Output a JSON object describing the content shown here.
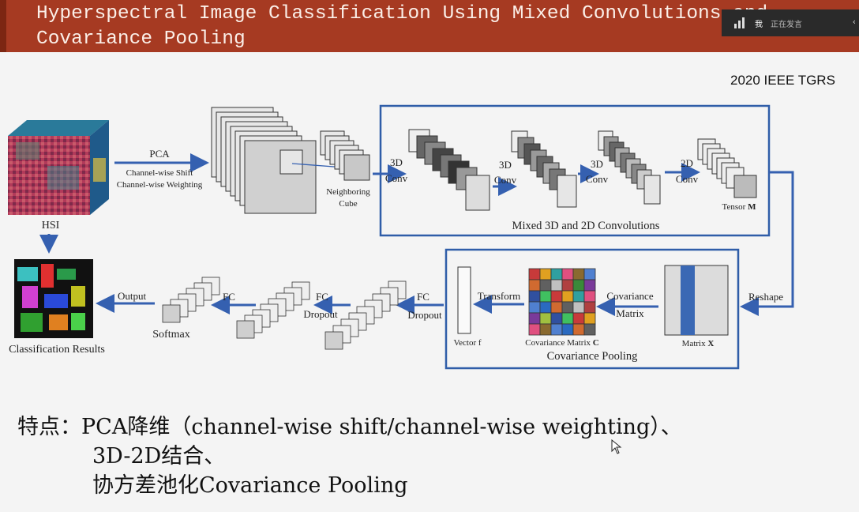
{
  "slide": {
    "title_line1": "Hyperspectral Image Classification Using Mixed Convolutions and",
    "title_line2": "Covariance Pooling",
    "venue": "2020 IEEE TGRS"
  },
  "overlay": {
    "speaker": "我",
    "status": "正在发言",
    "icon": "audio-bars-icon"
  },
  "diagram": {
    "hsi": "HSI",
    "pca": "PCA",
    "shift": "Channel-wise Shift",
    "weighting": "Channel-wise Weighting",
    "neighboring": "Neighboring",
    "cube": "Cube",
    "conv3d": "3D",
    "conv": "Conv",
    "conv2d": "2D",
    "tensor": "Tensor ",
    "tensor_m": "M",
    "mixed": "Mixed 3D and 2D Convolutions",
    "reshape": "Reshape",
    "matrix_x": "Matrix ",
    "x": "X",
    "covariance": "Covariance",
    "matrix": "Matrix",
    "cov_matrix_c": "Covariance Matrix ",
    "c": "C",
    "transform": "Transform",
    "vector_f": "Vector f",
    "cov_pooling": "Covariance Pooling",
    "fc": "FC",
    "dropout": "Dropout",
    "softmax": "Softmax",
    "output": "Output",
    "classification": "Classification Results"
  },
  "notes": {
    "line1": "特点：PCA降维（channel-wise shift/channel-wise weighting）、",
    "line2": "3D-2D结合、",
    "line3": "协方差池化Covariance Pooling"
  },
  "colors": {
    "header": "#a63a22",
    "diagram_blue": "#3560b0",
    "box_border": "#2f5da8"
  }
}
